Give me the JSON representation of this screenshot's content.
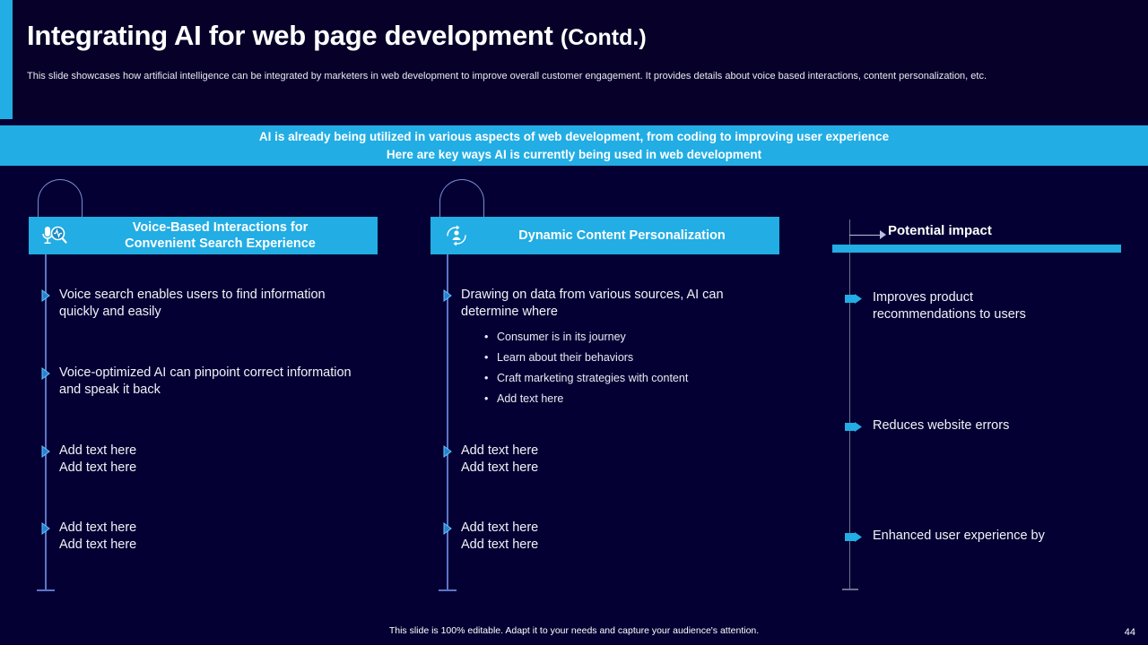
{
  "header": {
    "title_main": "Integrating AI for web page development",
    "title_suffix": "(Contd.)",
    "subtitle": "This slide showcases how artificial intelligence can be integrated by marketers in web development to improve overall customer engagement. It provides details about voice based interactions, content personalization, etc."
  },
  "banner": {
    "line1": "AI is already being utilized in various aspects of web development, from coding to improving user experience",
    "line2": "Here are key ways AI is currently being used in web development"
  },
  "columns": [
    {
      "icon": "microphone-search-icon",
      "title_line1": "Voice-Based Interactions for",
      "title_line2": "Convenient Search Experience",
      "bullets": [
        "Voice search enables users to find information quickly and easily",
        "Voice-optimized AI can pinpoint correct information and speak it back",
        "Add text here\nAdd text here",
        "Add text here\nAdd text here"
      ]
    },
    {
      "icon": "user-refresh-icon",
      "title_line1": "Dynamic Content Personalization",
      "title_line2": "",
      "bullets": [
        "Drawing on data from various sources, AI can determine where",
        "Add text here\nAdd text here",
        "Add text here\nAdd text here"
      ],
      "subbullets": [
        "Consumer is in its journey",
        "Learn about their behaviors",
        "Craft marketing strategies with content",
        "Add text here"
      ]
    }
  ],
  "impact": {
    "title": "Potential impact",
    "items": [
      "Improves product recommendations to users",
      "Reduces website errors",
      "Enhanced user experience by"
    ]
  },
  "footer": {
    "note": "This slide is 100% editable. Adapt it to your needs and capture your audience's attention.",
    "page_number": "44"
  },
  "colors": {
    "accent": "#22ade4",
    "background": "#040033",
    "header_band": "#070029"
  }
}
